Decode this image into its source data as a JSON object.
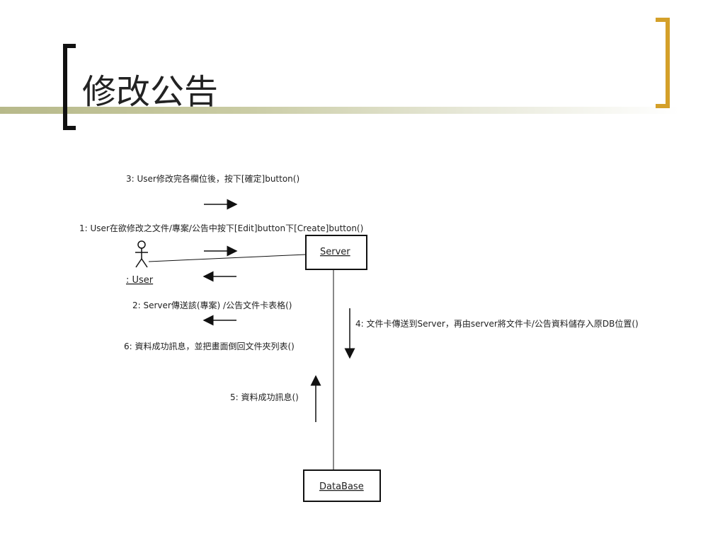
{
  "slide": {
    "title": "修改公告"
  },
  "diagram": {
    "objects": {
      "user": ": User",
      "server": "Server",
      "database": "DataBase"
    },
    "messages": {
      "m1": "1: User在欲修改之文件/專案/公告中按下[Edit]button下[Create]button()",
      "m2": "2: Server傳送該(專案) /公告文件卡表格()",
      "m3": "3: User修改完各欄位後，按下[確定]button()",
      "m4": "4: 文件卡傳送到Server，再由server將文件卡/公告資料儲存入原DB位置()",
      "m5": "5: 資料成功訊息()",
      "m6": "6: 資料成功訊息，並把畫面倒回文件夾列表()"
    }
  }
}
